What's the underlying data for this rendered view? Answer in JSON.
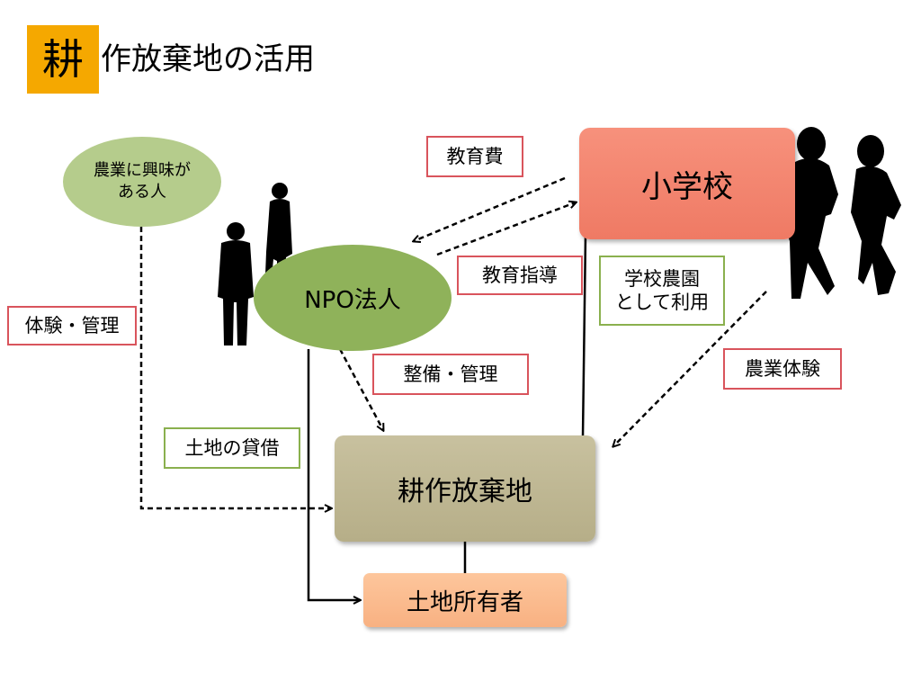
{
  "title": {
    "kanji": "耕",
    "rest": "作放棄地の活用"
  },
  "nodes": {
    "interest_person": [
      "農業に興味が",
      "ある人"
    ],
    "npo": "NPO法人",
    "school": "小学校",
    "abandoned_land": "耕作放棄地",
    "landowner": "土地所有者"
  },
  "labels": {
    "education_cost": "教育費",
    "education_guidance": "教育指導",
    "school_farm": [
      "学校農園",
      "として利用"
    ],
    "experience_management": "体験・管理",
    "maintenance_management": "整備・管理",
    "farming_experience": "農業体験",
    "land_lease": "土地の貸借"
  },
  "colors": {
    "title_accent": "#f5a800",
    "npo_fill": "#8fb25a",
    "interest_fill": "#b5cc8c",
    "school_fill": "#f4866f",
    "land_fill": "#c1b993",
    "owner_fill": "#fbbc8f",
    "label_border_red": "#d9545c",
    "label_border_green": "#8ab04e"
  },
  "icons": [
    "adult-silhouette-icon",
    "running-child-silhouette-icon"
  ]
}
